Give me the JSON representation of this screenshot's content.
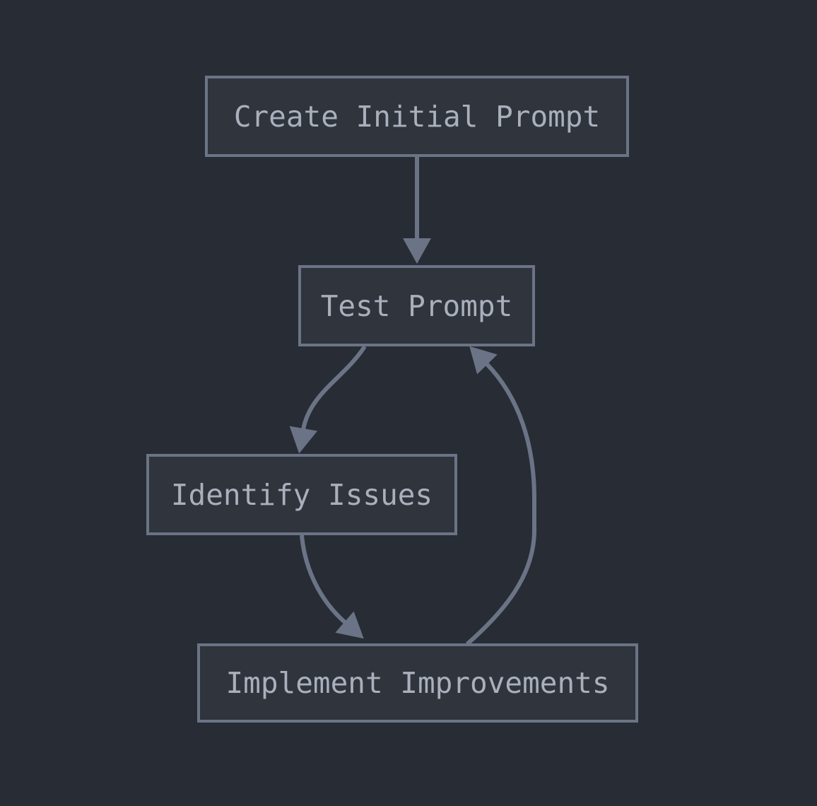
{
  "diagram": {
    "type": "flowchart",
    "direction": "top-down",
    "colors": {
      "background": "#282c34",
      "node_fill": "#2f343d",
      "node_border": "#6b7486",
      "arrow": "#6b7486",
      "text": "#a9b0bc"
    },
    "nodes": [
      {
        "id": "create",
        "label": "Create Initial Prompt"
      },
      {
        "id": "test",
        "label": "Test Prompt"
      },
      {
        "id": "identify",
        "label": "Identify Issues"
      },
      {
        "id": "implement",
        "label": "Implement Improvements"
      }
    ],
    "edges": [
      {
        "from": "create",
        "to": "test",
        "style": "straight-down"
      },
      {
        "from": "test",
        "to": "identify",
        "style": "curved-left-down"
      },
      {
        "from": "identify",
        "to": "implement",
        "style": "curved-right-down"
      },
      {
        "from": "implement",
        "to": "test",
        "style": "curved-right-up-loop"
      }
    ]
  }
}
